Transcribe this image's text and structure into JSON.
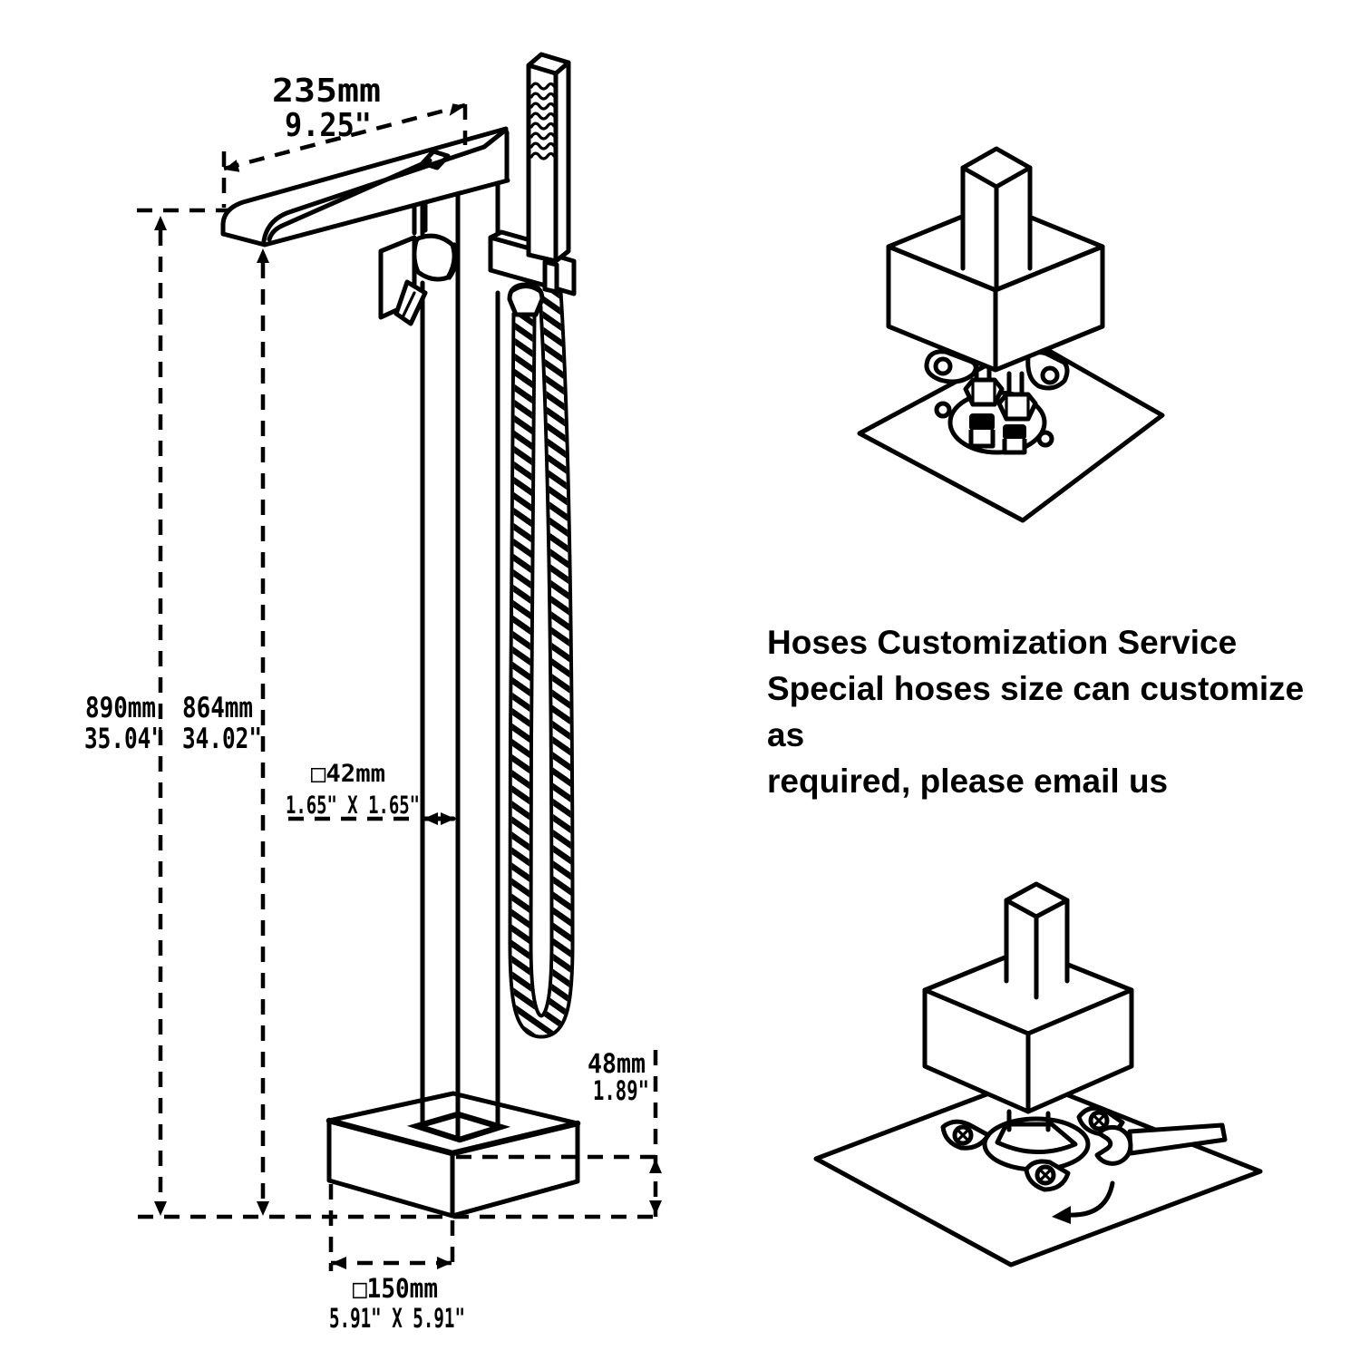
{
  "diagram": {
    "colors": {
      "ink": "#000000",
      "background": "#ffffff"
    },
    "dims": {
      "spout_reach_mm": "235mm",
      "spout_reach_in": "9.25\"",
      "overall_height_mm": "890mm",
      "overall_height_in": "35.04\"",
      "spout_height_mm": "864mm",
      "spout_height_in": "34.02\"",
      "column_mm": "□42mm",
      "column_in": "1.65\" X 1.65\"",
      "base_height_mm": "48mm",
      "base_height_in": "1.89\"",
      "base_mm": "□150mm",
      "base_in": "5.91\" X 5.91\""
    },
    "note": {
      "line1": "Hoses Customization Service",
      "line2": "Special hoses size can customize as",
      "line3": "required, please email us"
    }
  }
}
